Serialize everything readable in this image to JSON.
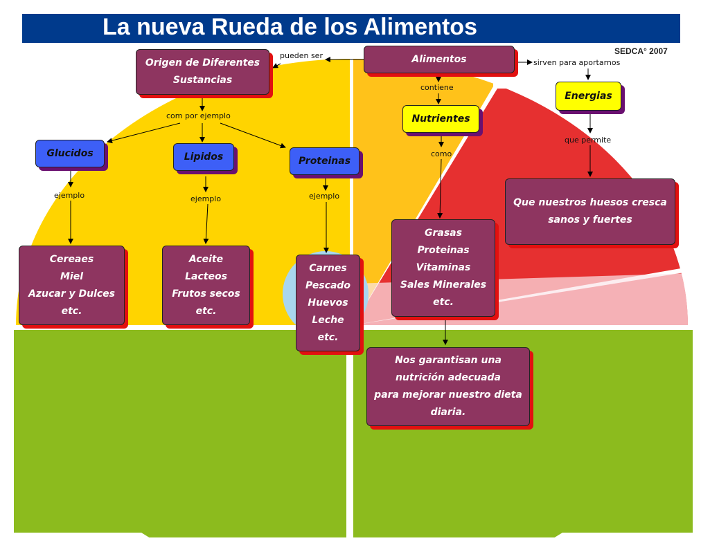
{
  "header": {
    "title": "La nueva Rueda de los Alimentos",
    "credit": "SEDCA° 2007"
  },
  "nodes": {
    "alimentos": "Alimentos",
    "origen": "Origen de Diferentes\nSustancias",
    "glucidos": "Glucidos",
    "lipidos": "Lipidos",
    "proteinas": "Proteinas",
    "nutrientes": "Nutrientes",
    "energias": "Energias",
    "huesos": "Que nuestros huesos cresca\nsanos y fuertes",
    "ej_glucidos": "Cereaes\nMiel\nAzucar y Dulces\netc.",
    "ej_lipidos": "Aceite\nLacteos\nFrutos secos\netc.",
    "ej_proteinas": "Carnes\nPescado\nHuevos\nLeche\netc.",
    "nutrientes_list": "Grasas\nProteinas\nVitaminas\nSales Minerales\netc.",
    "nutricion": "Nos garantisan una\nnutrición adecuada\npara mejorar  nuestro dieta\ndiaria."
  },
  "links": {
    "pueden_ser": "pueden ser",
    "sirven": "sirven para aportarnos",
    "contiene": "contiene",
    "com_por_ejemplo": "com por ejemplo",
    "ejemplo1": "ejemplo",
    "ejemplo2": "ejemplo",
    "ejemplo3": "ejemplo",
    "como": "como",
    "que_permite": "que permite"
  },
  "colors": {
    "node_purple": "#8e3560",
    "node_blue": "#3d5ff7",
    "node_yellow": "#ffff00",
    "banner": "#003a8c"
  }
}
